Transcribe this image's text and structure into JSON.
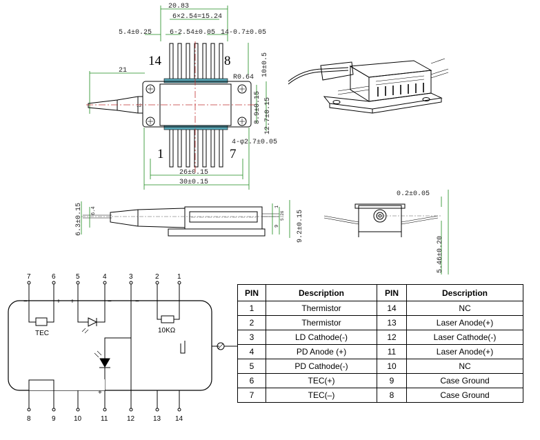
{
  "top_view": {
    "dims": {
      "overall_width": "20.83",
      "pin_span": "6×2.54=15.24",
      "offset_left": "5.4±0.25",
      "pin_pitch": "6-2.54±0.05",
      "pin_size": "14-0.7±0.05",
      "pin_length": "10±0.5",
      "fiber_length": "21",
      "fiber_dia": "12",
      "corner_radius": "R0.64",
      "hole_spacing": "8.9±0.15",
      "body_height": "12.7±0.15",
      "holes": "4-φ2.7±0.05",
      "hole_pitch": "26±0.15",
      "flange_width": "30±0.15"
    },
    "corner_labels": {
      "top_left": "14",
      "top_right": "8",
      "bottom_left": "1",
      "bottom_right": "7"
    }
  },
  "side_view": {
    "dims": {
      "overall_height": "6.3±0.15",
      "fiber_height": "6.4",
      "small_a": "5.26",
      "small_b": "1",
      "small_c": "9",
      "package_height": "9.2±0.15",
      "pin_thickness": "0.2±0.05",
      "pin_offset": "5.46±0.20"
    }
  },
  "schematic": {
    "top_pins": [
      "7",
      "6",
      "5",
      "4",
      "3",
      "2",
      "1"
    ],
    "bottom_pins": [
      "8",
      "9",
      "10",
      "11",
      "12",
      "13",
      "14"
    ],
    "tec_label": "TEC",
    "thermistor_label": "10KΩ",
    "signs": {
      "minus": "−",
      "plus": "+"
    }
  },
  "pin_table": {
    "headers": [
      "PIN",
      "Description",
      "PIN",
      "Description"
    ],
    "rows": [
      [
        "1",
        "Thermistor",
        "14",
        "NC"
      ],
      [
        "2",
        "Thermistor",
        "13",
        "Laser Anode(+)"
      ],
      [
        "3",
        "LD Cathode(-)",
        "12",
        "Laser Cathode(-)"
      ],
      [
        "4",
        "PD Anode (+)",
        "11",
        "Laser Anode(+)"
      ],
      [
        "5",
        "PD Cathode(-)",
        "10",
        "NC"
      ],
      [
        "6",
        "TEC(+)",
        "9",
        "Case  Ground"
      ],
      [
        "7",
        "TEC(–)",
        "8",
        "Case  Ground"
      ]
    ]
  }
}
